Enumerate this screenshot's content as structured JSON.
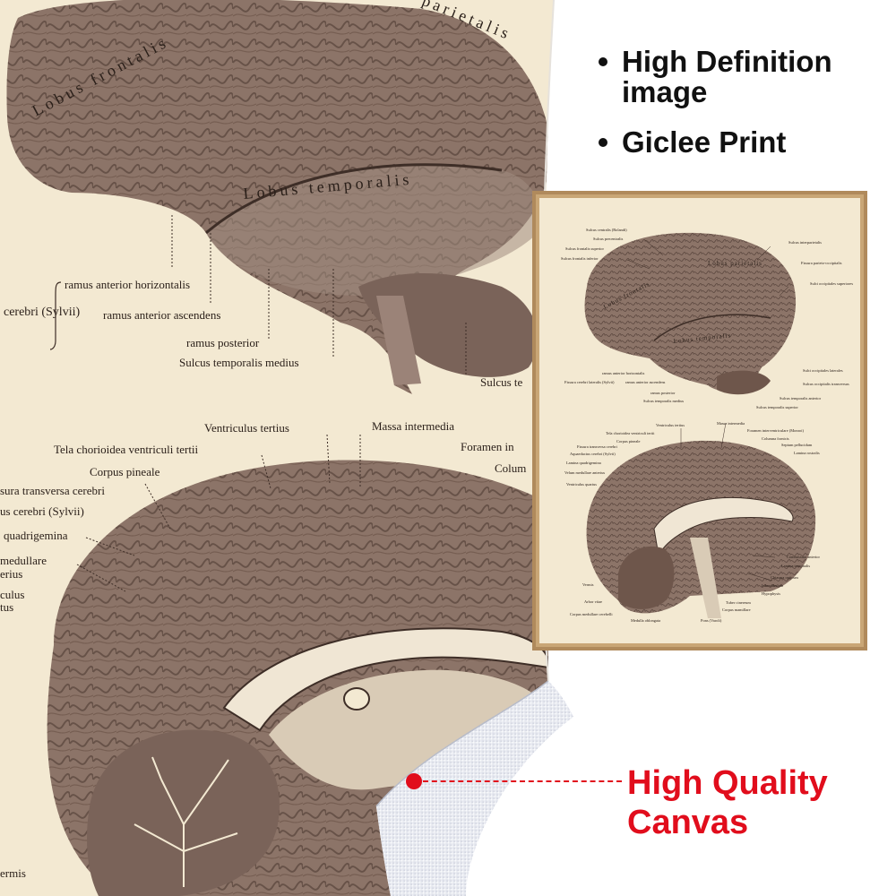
{
  "features": [
    "High Definition image",
    "Giclee Print"
  ],
  "callout": "High Quality Canvas",
  "colors": {
    "paper": "#f3e9d2",
    "ink": "#2b201a",
    "brain_shade": "#8c7468",
    "frame": "#b08a5c",
    "accent": "#e10d1c",
    "text": "#111111"
  },
  "closeup_labels": {
    "lobus_frontalis": "Lobus frontalis",
    "lobus_parietalis": "parietalis",
    "lobus_temporalis": "Lobus temporalis",
    "cerebri_sylvii": "cerebri (Sylvii)",
    "ramus_anterior_horizontalis": "ramus anterior horizontalis",
    "ramus_anterior_ascendens": "ramus anterior ascendens",
    "ramus_posterior": "ramus posterior",
    "sulcus_temporalis_medius": "Sulcus temporalis medius",
    "sulcus_te": "Sulcus te",
    "ventriculus_tertius": "Ventriculus tertius",
    "massa_intermedia": "Massa intermedia",
    "tela_chorioidea": "Tela chorioidea ventriculi tertii",
    "foramen_in": "Foramen in",
    "corpus_pineale": "Corpus pineale",
    "colum": "Colum",
    "sura_transversa": "sura transversa cerebri",
    "us_cerebri_sylvii": "us cerebri (Sylvii)",
    "quadrigemina": "quadrigemina",
    "medullare": "medullare",
    "erius": "erius",
    "culus": "culus",
    "tus": "tus",
    "ermis": "ermis"
  },
  "poster_labels": {
    "sulcus_centralis": "Sulcus centralis (Rolandi)",
    "sulcus_precentralis": "Sulcus precentralis",
    "sulcus_frontalis_superior": "Sulcus frontalis superior",
    "sulcus_frontalis_inferior": "Sulcus frontalis inferior",
    "sulcus_interparietalis": "Sulcus interparietalis",
    "fissura_parieto_occipitalis": "Fissura parieto-occipitalis",
    "sulci_occipitales_superiores": "Sulci occipitales superiores",
    "lobus_frontalis": "Lobus frontalis",
    "lobus_parietalis": "Lobus parietalis",
    "lobus_temporalis": "Lobus temporalis",
    "ramus_anterior_horizontalis": "ramus anterior horizontalis",
    "fissura_cerebri_lateralis": "Fissura cerebri lateralis (Sylvii)",
    "ramus_anterior_ascendens": "ramus anterior ascendens",
    "ramus_posterior": "ramus posterior",
    "sulcus_temporalis_medius": "Sulcus temporalis medius",
    "sulci_occipitales_laterales": "Sulci occipitales laterales",
    "sulcus_occipitalis_transversus": "Sulcus occipitalis transversus",
    "sulcus_temporalis_anterior": "Sulcus temporalis anterior",
    "sulcus_temporalis_superior": "Sulcus temporalis superior",
    "ventriculus_tertius": "Ventriculus tertius",
    "massa_intermedia": "Massa intermedia",
    "tela_chorioidea": "Tela chorioidea ventriculi tertii",
    "foramen_interventriculare": "Foramen interventriculare (Monroi)",
    "corpus_pineale": "Corpus pineale",
    "columna_fornicis": "Columna fornicis",
    "fissura_transversa": "Fissura transversa cerebri",
    "septum_pellucidum": "Septum pellucidum",
    "aquaeductus": "Aquaeductus cerebri (Sylvii)",
    "lamina_rostralis": "Lamina rostralis",
    "lamina_quadrigemina": "Lamina quadrigemina",
    "velum_medullare": "Velum medullare anterius",
    "ventriculus_quartus": "Ventriculus quartus",
    "commissura_anterior": "Commissura anterior",
    "lamina_terminalis": "Lamina terminalis",
    "chiasma_opticum": "Chiasma opticum",
    "infundibulum": "Infundibulum",
    "vermis": "Vermis",
    "hypophysis": "Hypophysis",
    "arbor_vitae": "Arbor vitae",
    "tuber_cinereum": "Tuber cinereum",
    "corpus_mamillare": "Corpus mamillare",
    "corpus_medullare_cerebelli": "Corpus medullare cerebelli",
    "medulla_oblongata": "Medulla oblongata",
    "pons": "Pons (Varoli)"
  }
}
